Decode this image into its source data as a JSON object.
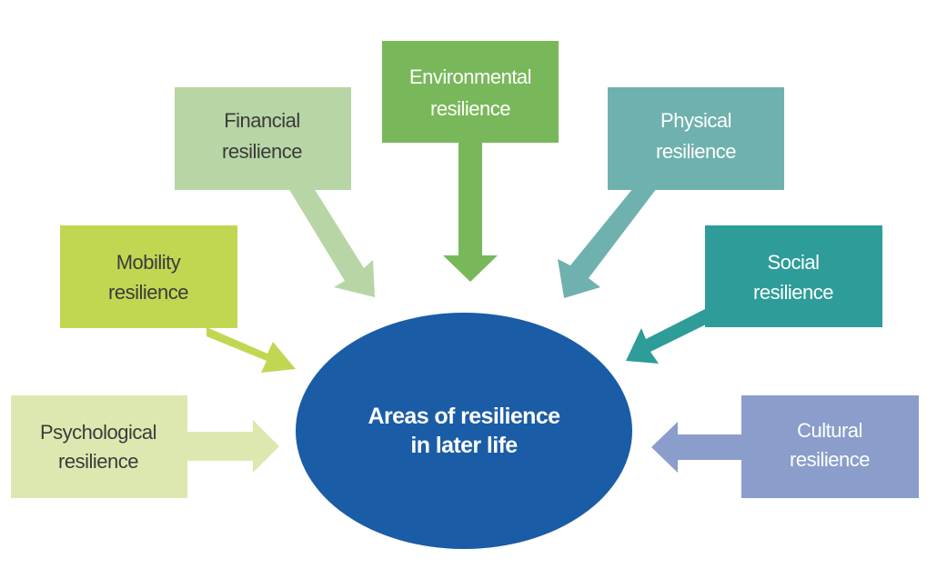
{
  "center": {
    "lines": [
      "Areas of resilience",
      "in later life"
    ],
    "color": "#1a5ca6",
    "text_color": "#ffffff"
  },
  "areas": [
    {
      "id": "psychological",
      "lines": [
        "Psychological",
        "resilience"
      ],
      "color": "#dde8b0",
      "text_color": "#3b3b3b",
      "arrow": "right"
    },
    {
      "id": "mobility",
      "lines": [
        "Mobility",
        "resilience"
      ],
      "color": "#c1d752",
      "text_color": "#3b3b3b",
      "arrow": "down-right"
    },
    {
      "id": "financial",
      "lines": [
        "Financial",
        "resilience"
      ],
      "color": "#b8d5a5",
      "text_color": "#3b3b3b",
      "arrow": "down-right"
    },
    {
      "id": "environmental",
      "lines": [
        "Environmental",
        "resilience"
      ],
      "color": "#78b85a",
      "text_color": "#ffffff",
      "arrow": "down"
    },
    {
      "id": "physical",
      "lines": [
        "Physical",
        "resilience"
      ],
      "color": "#6fb1ae",
      "text_color": "#ffffff",
      "arrow": "down-left"
    },
    {
      "id": "social",
      "lines": [
        "Social",
        "resilience"
      ],
      "color": "#2e9c98",
      "text_color": "#ffffff",
      "arrow": "down-left"
    },
    {
      "id": "cultural",
      "lines": [
        "Cultural",
        "resilience"
      ],
      "color": "#8a9dcb",
      "text_color": "#ffffff",
      "arrow": "left"
    }
  ]
}
